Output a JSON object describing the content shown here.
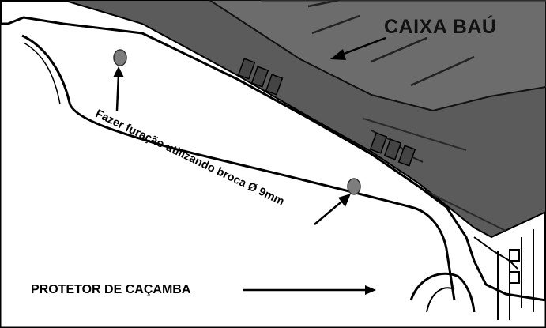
{
  "labels": {
    "caixa_bau": "CAIXA BAÚ",
    "drilling_note": "Fazer furação utilizando broca Ø 9mm",
    "protetor": "PROTETOR DE CAÇAMBA"
  },
  "colors": {
    "lid": "#5b5b5b",
    "lid_top": "#6a6a6a",
    "outline": "#000000",
    "panel": "#ffffff",
    "hole": "#7d7d7d"
  }
}
